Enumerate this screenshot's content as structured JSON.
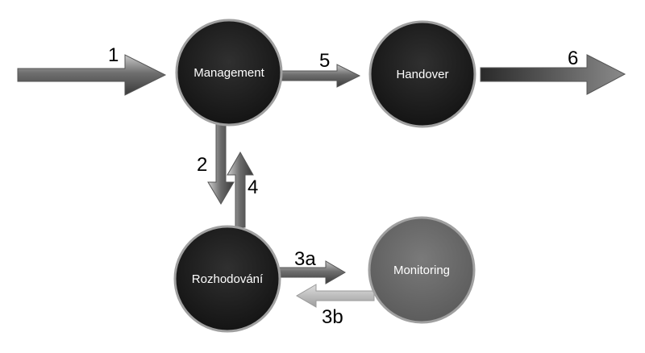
{
  "nodes": {
    "management": {
      "label": "Management"
    },
    "handover": {
      "label": "Handover"
    },
    "rozhodovani": {
      "label": "Rozhodování"
    },
    "monitoring": {
      "label": "Monitoring"
    }
  },
  "edges": {
    "e1": {
      "label": "1"
    },
    "e2": {
      "label": "2"
    },
    "e3a": {
      "label": "3a"
    },
    "e3b": {
      "label": "3b"
    },
    "e4": {
      "label": "4"
    },
    "e5": {
      "label": "5"
    },
    "e6": {
      "label": "6"
    }
  },
  "colors": {
    "dark_node": "#1d1d1d",
    "light_node": "#6a6a6a",
    "node_ring": "#9a9a9a",
    "arrow": "#6e6e6e",
    "arrow_light": "#b5b5b5",
    "text_on_node": "#ffffff",
    "edge_text": "#000000"
  }
}
